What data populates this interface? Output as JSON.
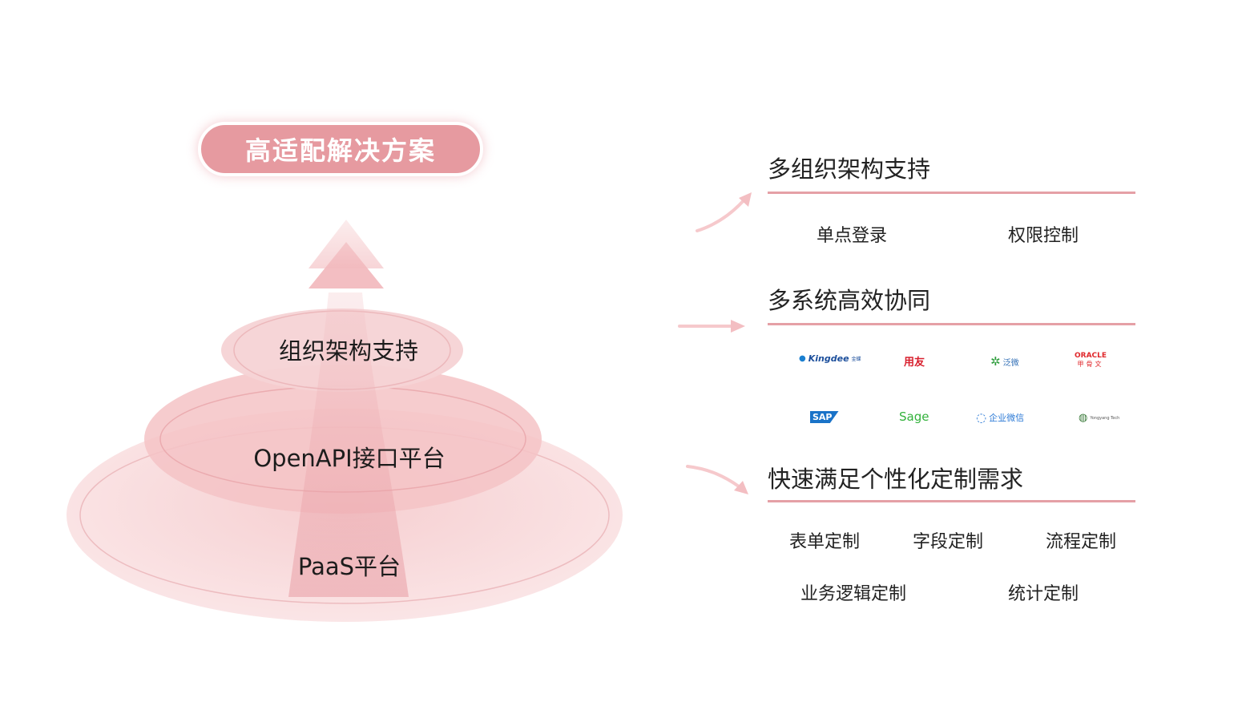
{
  "headline": "高适配解决方案",
  "layers": [
    "组织架构支持",
    "OpenAPI接口平台",
    "PaaS平台"
  ],
  "sections": [
    {
      "title": "多组织架构支持",
      "items": [
        "单点登录",
        "权限控制"
      ]
    },
    {
      "title": "多系统高效协同",
      "logos": [
        {
          "name": "kingdee-logo",
          "text": "Kingdee",
          "sub": "金蝶"
        },
        {
          "name": "yonyou-logo",
          "text": "用友"
        },
        {
          "name": "fanwei-logo",
          "text": "泛微"
        },
        {
          "name": "oracle-logo",
          "text": "ORACLE",
          "sub": "甲骨文"
        },
        {
          "name": "sap-logo",
          "text": "SAP"
        },
        {
          "name": "sage-logo",
          "text": "Sage"
        },
        {
          "name": "wecom-logo",
          "text": "企业微信"
        },
        {
          "name": "yongyang-logo",
          "text": "Yongyang Tech"
        }
      ]
    },
    {
      "title": "快速满足个性化定制需求",
      "items": [
        "表单定制",
        "字段定制",
        "流程定制",
        "业务逻辑定制",
        "统计定制"
      ]
    }
  ],
  "colors": {
    "accent": "#e69aa0",
    "rule": "#e5a0a6",
    "layer_fill": "#f6d2d4"
  }
}
